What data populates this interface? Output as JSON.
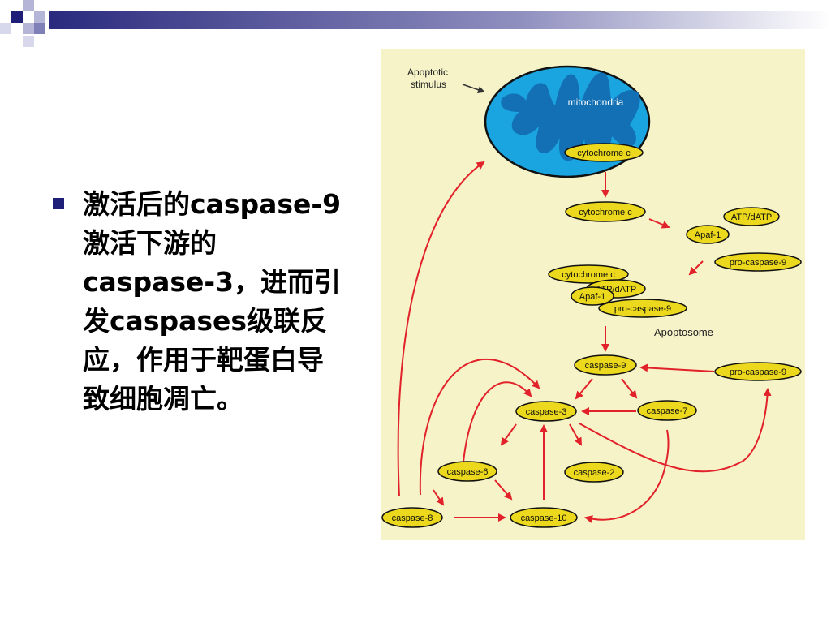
{
  "slide": {
    "bullet_lines": [
      "激活后的caspase-9",
      "激活下游的",
      "caspase-3，进而引",
      "发caspases级联反",
      "应，作用于靶蛋白导",
      "致细胞凋亡。"
    ]
  },
  "diagram": {
    "background": "#f6f3c8",
    "node_fill": "#ecd81c",
    "arrow_color": "#e2222a",
    "mito_outer": "#1aa4e0",
    "mito_inner": "#1470b4",
    "labels": {
      "stimulus_line1": "Apoptotic",
      "stimulus_line2": "stimulus",
      "mitochondria": "mitochondria",
      "cyto_mito": "cytochrome c",
      "cyto_release": "cytochrome c",
      "atp1": "ATP/dATP",
      "apaf1": "Apaf-1",
      "procasp9_a": "pro-caspase-9",
      "cyto_apo": "cytochrome c",
      "atp_apo": "ATP/dATP",
      "apaf_apo": "Apaf-1",
      "procasp9_apo": "pro-caspase-9",
      "apoptosome": "Apoptosome",
      "casp9": "caspase-9",
      "procasp9_b": "pro-caspase-9",
      "casp3": "caspase-3",
      "casp7": "caspase-7",
      "casp6": "caspase-6",
      "casp2": "caspase-2",
      "casp8": "caspase-8",
      "casp10": "caspase-10"
    }
  }
}
